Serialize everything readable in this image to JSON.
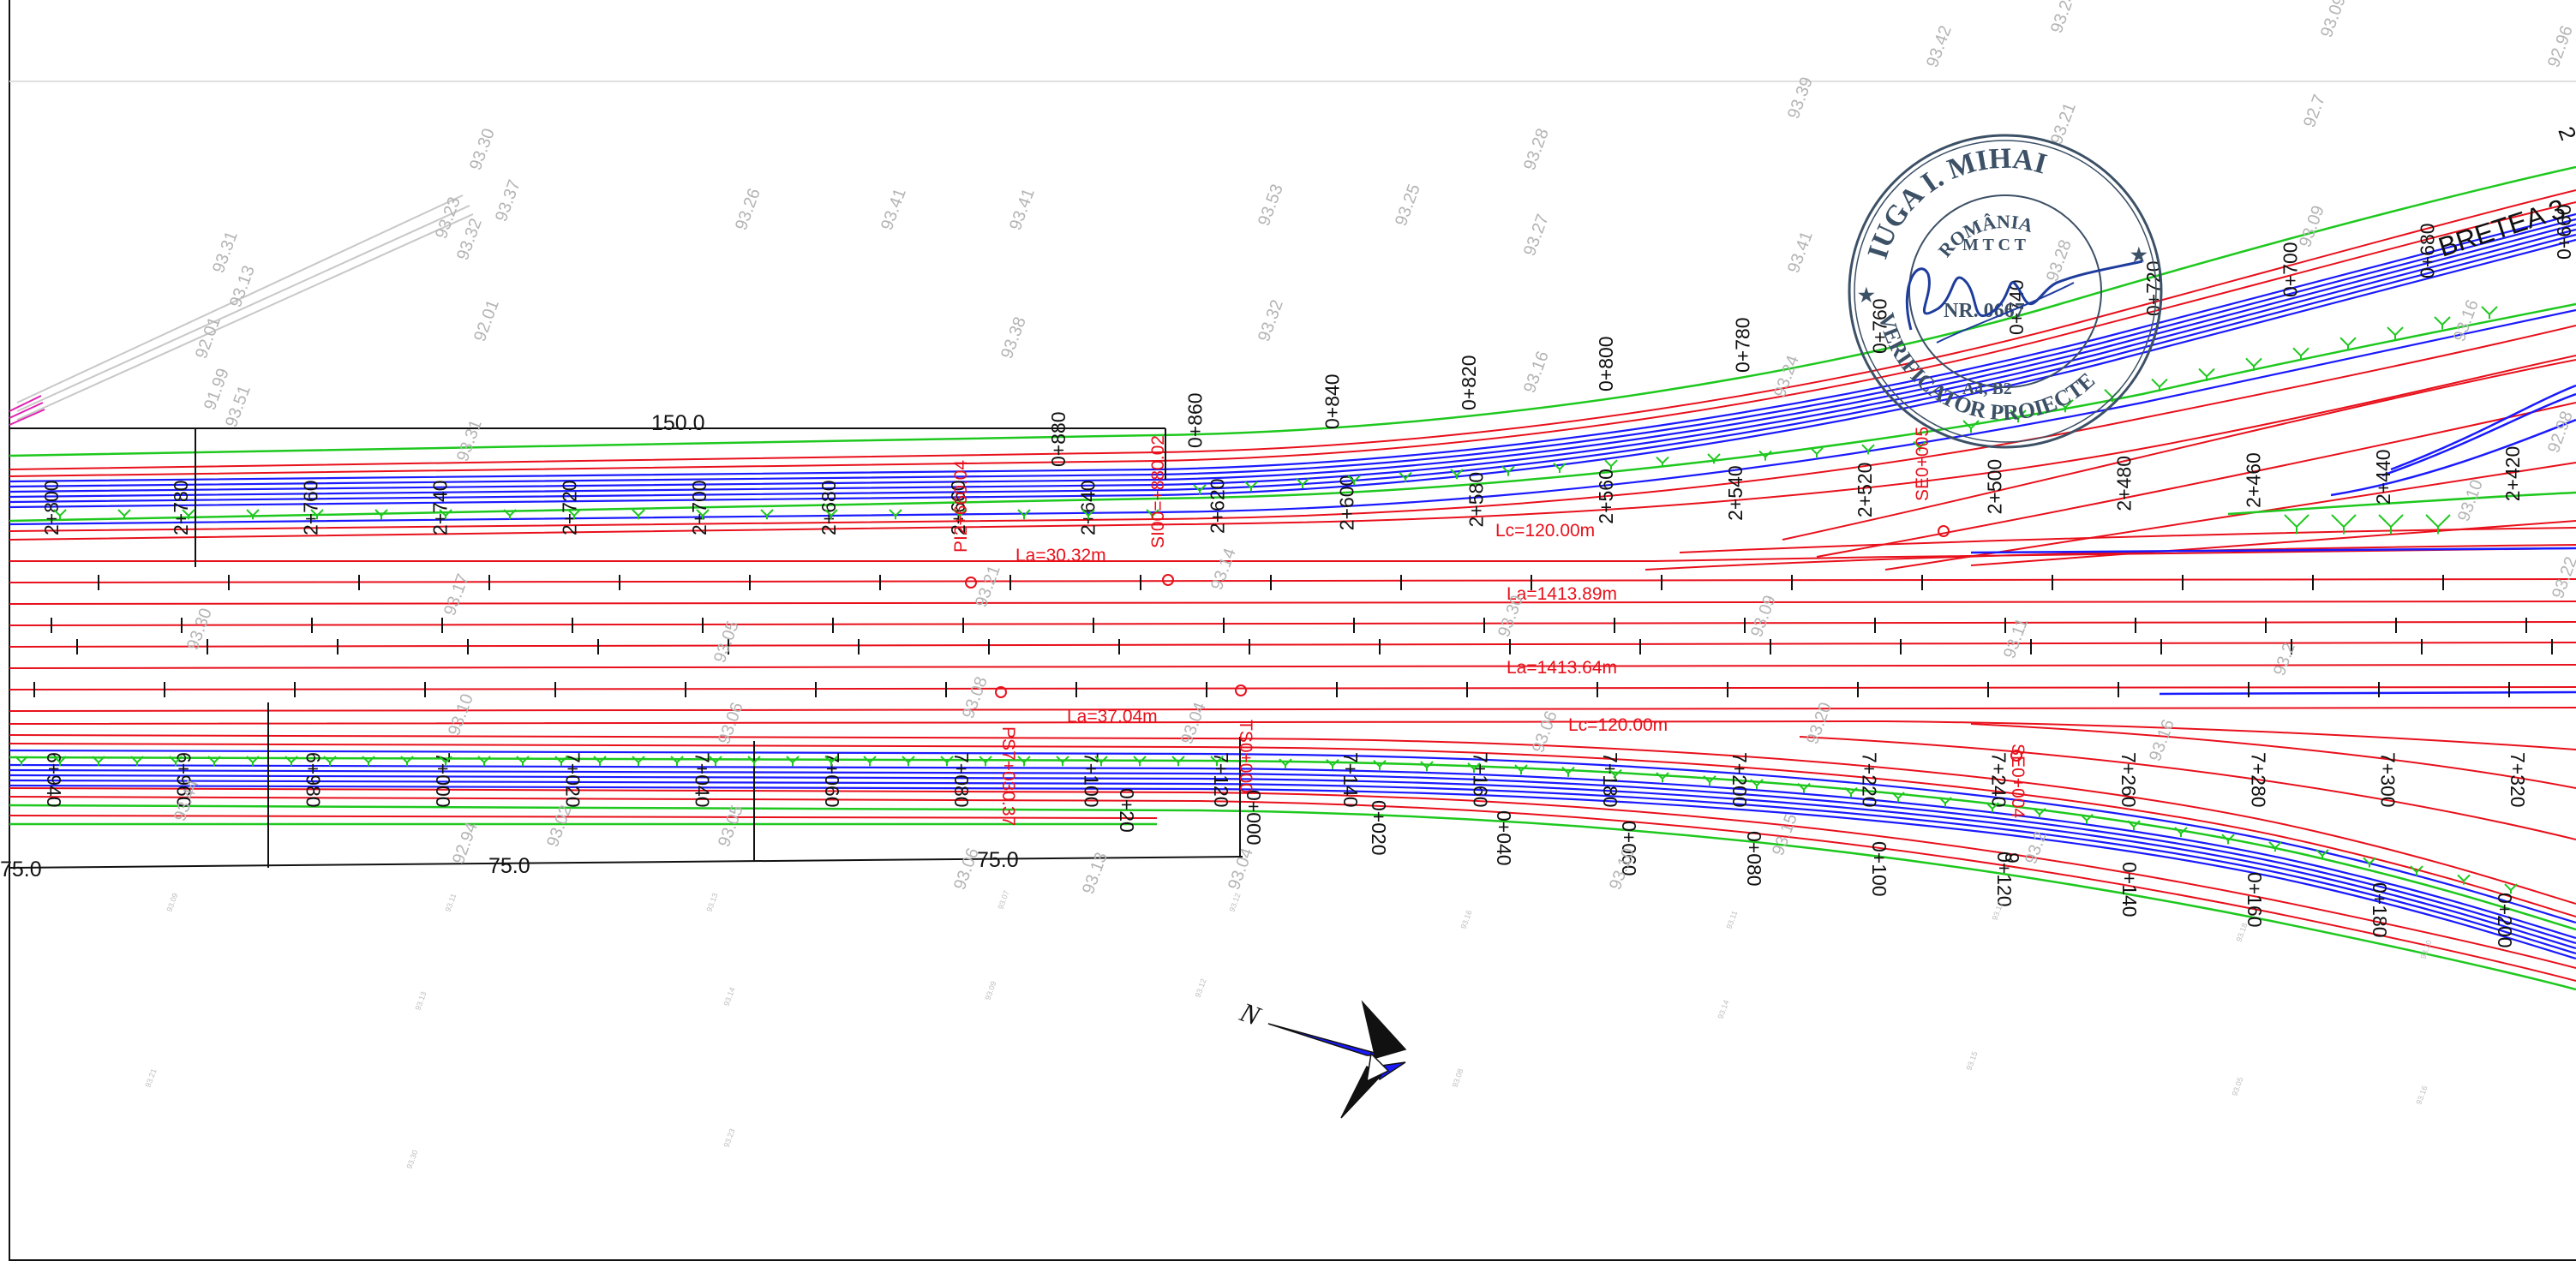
{
  "colors": {
    "road_edge": "#e8101b",
    "shoulder": "#1ec81e",
    "carriageway": "#1a1aff",
    "text": "#111111",
    "elevation": "#b4b4b4",
    "stamp": "#3c5066",
    "signature": "#1e3c9c"
  },
  "dimensions": {
    "top_span": "150.0",
    "bottom_span_left": "75.0",
    "bottom_span_mid": "75.0",
    "bottom_span_right": "75.0"
  },
  "road_label": "BRETEA 3",
  "road_label_far": "2",
  "chainage_upper": [
    "2+800",
    "2+780",
    "2+760",
    "2+740",
    "2+720",
    "2+700",
    "2+680",
    "2+660",
    "2+640",
    "2+620",
    "2+600",
    "2+580",
    "2+560",
    "2+540",
    "2+520",
    "2+500",
    "2+480",
    "2+460",
    "2+440",
    "2+420"
  ],
  "chainage_upper_ramp": [
    "0+880",
    "0+860",
    "0+840",
    "0+820",
    "0+800",
    "0+780",
    "0+760",
    "0+740",
    "0+720",
    "0+700",
    "0+680",
    "0+660"
  ],
  "chainage_lower": [
    "6+940",
    "6+960",
    "6+980",
    "7+000",
    "7+020",
    "7+040",
    "7+060",
    "7+080",
    "7+100",
    "7+120",
    "7+140",
    "7+160",
    "7+180",
    "7+200",
    "7+220",
    "7+240",
    "7+260",
    "7+280",
    "7+300",
    "7+320"
  ],
  "chainage_lower_ramp": [
    "0+000",
    "0+020",
    "0+040",
    "0+060",
    "0+080",
    "0+100",
    "0+120",
    "0+140",
    "0+160",
    "0+180",
    "0+200"
  ],
  "chainage_lower_misc": [
    "0+20",
    "9"
  ],
  "curve_labels": {
    "la_upper": "La=30.32m",
    "la_main_1": "La=1413.89m",
    "la_main_2": "La=1413.64m",
    "la_lower": "La=37.04m",
    "lc_upper": "Lc=120.00m",
    "lc_lower": "Lc=120.00m"
  },
  "point_labels": {
    "pi_upper": "PI2+660.04",
    "s_upper": "SI00=+880.02",
    "se_upper": "SE0+005",
    "pi_lower": "PS7+030.37",
    "t_lower": "TS0+000",
    "se_lower": "SE0+004"
  },
  "elevations_major": [
    "93.31",
    "93.13",
    "92.01",
    "91.99",
    "93.51",
    "93.30",
    "93.23",
    "93.37",
    "93.32",
    "92.01",
    "93.26",
    "93.41",
    "93.41",
    "93.38",
    "93.53",
    "93.32",
    "93.25",
    "93.28",
    "93.27",
    "93.16",
    "93.39",
    "93.41",
    "93.24",
    "93.42",
    "93.24",
    "93.21",
    "93.28",
    "92.7",
    "93.09",
    "93.09",
    "92.98",
    "92.96",
    "93.31",
    "93.22",
    "93.10",
    "93.16",
    "93.17",
    "93.30",
    "93.05",
    "93.14",
    "93.21",
    "93.30",
    "93.09",
    "93.11",
    "93.2",
    "93.16",
    "93.20",
    "93.06",
    "93.04",
    "93.08",
    "93.06",
    "93.10",
    "93.44",
    "93.05",
    "92.94",
    "93.02",
    "93.06",
    "93.13",
    "93.04",
    "93.10",
    "93.15",
    "93.2"
  ],
  "elevations_minor": [
    "93.09",
    "93.11",
    "93.13",
    "93.07",
    "93.12",
    "93.16",
    "93.11",
    "93.17",
    "93.18",
    "93.10",
    "93.13",
    "93.14",
    "93.09",
    "93.12",
    "93.08",
    "93.14",
    "93.15",
    "93.05",
    "93.16",
    "93.21",
    "93.30",
    "93.23"
  ],
  "stamp": {
    "name": "IUGA I. MIHAI",
    "country": "ROMÂNIA",
    "agency": "M T C T",
    "number": "NR. 0667",
    "role": "VERIFICATOR PROIECTE",
    "field": "A4, B2"
  },
  "compass": {
    "label": "N"
  }
}
